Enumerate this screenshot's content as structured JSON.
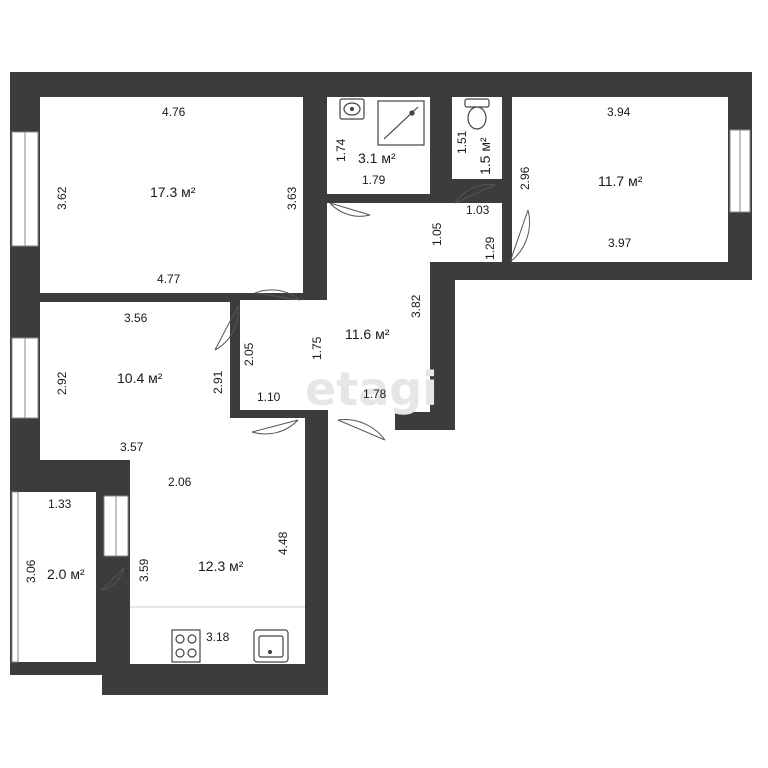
{
  "watermark": "etagi",
  "colors": {
    "wall": "#3b3c3e",
    "window": "#ffffff",
    "room": "#ffffff",
    "line": "#555555"
  },
  "rooms": {
    "bedroom_big": {
      "area": "17.3 м²",
      "top": "4.76",
      "bottom": "4.77",
      "left": "3.62",
      "right": "3.63"
    },
    "bathroom": {
      "area": "3.1 м²",
      "width": "1.79",
      "height": "1.74"
    },
    "toilet": {
      "area": "1.5 м²",
      "height": "1.51",
      "width": "1.03"
    },
    "bedroom_right": {
      "area": "11.7 м²",
      "top": "3.94",
      "bottom": "3.97",
      "left": "2.96"
    },
    "hall": {
      "area": "11.6 м²",
      "d1": "1.05",
      "d2": "1.29",
      "d3": "3.82",
      "d4": "1.75",
      "d5": "1.78",
      "d6": "2.05",
      "d7": "1.10"
    },
    "bedroom_mid": {
      "area": "10.4 м²",
      "top": "3.56",
      "bottom": "3.57",
      "left": "2.92",
      "right": "2.91"
    },
    "kitchen": {
      "area": "12.3 м²",
      "top": "2.06",
      "right": "4.48",
      "bottom": "3.18",
      "left": "3.59"
    },
    "balcony": {
      "area": "2.0 м²",
      "top": "1.33",
      "left": "3.06"
    }
  },
  "icons": [
    "sink-icon",
    "shower-icon",
    "toilet-icon",
    "stove-icon",
    "kitchen-sink-icon"
  ]
}
